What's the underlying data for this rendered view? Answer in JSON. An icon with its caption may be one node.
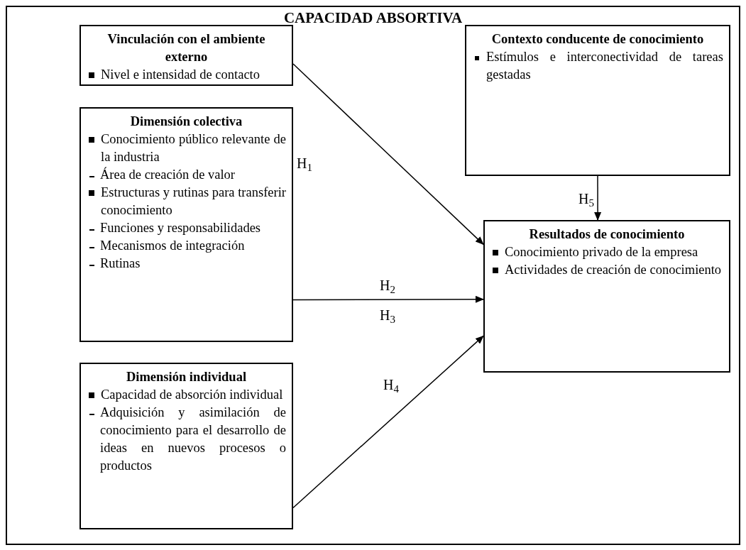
{
  "diagram": {
    "nodes": [
      {
        "text": [
          "CAPACIDAD ABSORTIVA"
        ]
      },
      {
        "text": [
          "Vinculación con el ambiente externo",
          "Nivel e intensidad de contacto"
        ],
        "in": 0
      },
      {
        "text": [
          "Dimensión colectiva",
          "Conocimiento público relevante de la industria",
          "Área de creación de valor",
          "Estructuras y rutinas para transferir conocimiento",
          "Funciones y responsabilidades",
          "Mecanismos de integración",
          "Rutinas"
        ],
        "in": 0
      },
      {
        "text": [
          "Dimensión individual",
          "Capacidad de absorción individual",
          "Adquisición y asimilación de conocimiento para el desarrollo de ideas en nuevos procesos o productos"
        ],
        "in": 0
      },
      {
        "text": [
          "Contexto conducente de conocimiento",
          "Estímulos e interconectividad de tareas gestadas"
        ],
        "in": 0
      },
      {
        "text": [
          "Resultados de conocimiento",
          "Conocimiento privado de la empresa",
          "Actividades de creación de conocimiento"
        ],
        "in": 0
      }
    ],
    "edges": [
      {
        "from": 1,
        "to": 5,
        "arrow": "to",
        "label": "H$_{1}$"
      },
      {
        "from": 2,
        "to": 5,
        "arrow": "to",
        "label": "H$_{2}$"
      },
      {
        "from": 3,
        "to": 5,
        "arrow": "to",
        "label": "H$_{4}$"
      },
      {
        "from": 4,
        "to": 5,
        "arrow": "to",
        "label": "H$_{5}$"
      }
    ],
    "labels": [
      "H$_{3}$"
    ]
  }
}
